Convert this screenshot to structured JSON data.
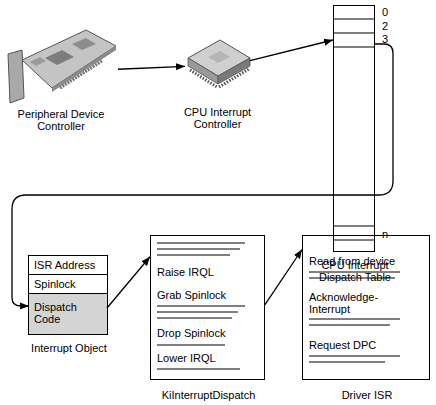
{
  "diagram": {
    "nodes": [
      {
        "text": [
          "Peripheral Device Controller"
        ]
      },
      {
        "text": [
          "CPU Interrupt Controller"
        ]
      },
      {
        "text": [
          "0",
          "2",
          "3",
          "n",
          "CPU Interrupt Dispatch Table"
        ]
      },
      {
        "text": [
          "Interrupt Object"
        ]
      },
      {
        "text": [
          "ISR Address"
        ],
        "in": 3
      },
      {
        "text": [
          "Spinlock"
        ],
        "in": 3
      },
      {
        "text": [
          "Dispatch Code"
        ],
        "in": 3
      },
      {
        "text": [
          "Raise IRQL",
          "Grab Spinlock",
          "Drop Spinlock",
          "Lower IRQL",
          "KiInterruptDispatch"
        ]
      },
      {
        "text": [
          "Read from device",
          "Acknowledge-Interrupt",
          "Request DPC",
          "Driver ISR"
        ]
      }
    ],
    "edges": [
      {
        "from": 0,
        "to": 1,
        "arrow": "to"
      },
      {
        "from": 1,
        "to": 2,
        "arrow": "to"
      },
      {
        "from": 2,
        "to": 6,
        "arrow": "to"
      },
      {
        "from": 6,
        "to": 7,
        "arrow": "to"
      },
      {
        "from": 7,
        "to": 8,
        "arrow": "to"
      }
    ]
  }
}
